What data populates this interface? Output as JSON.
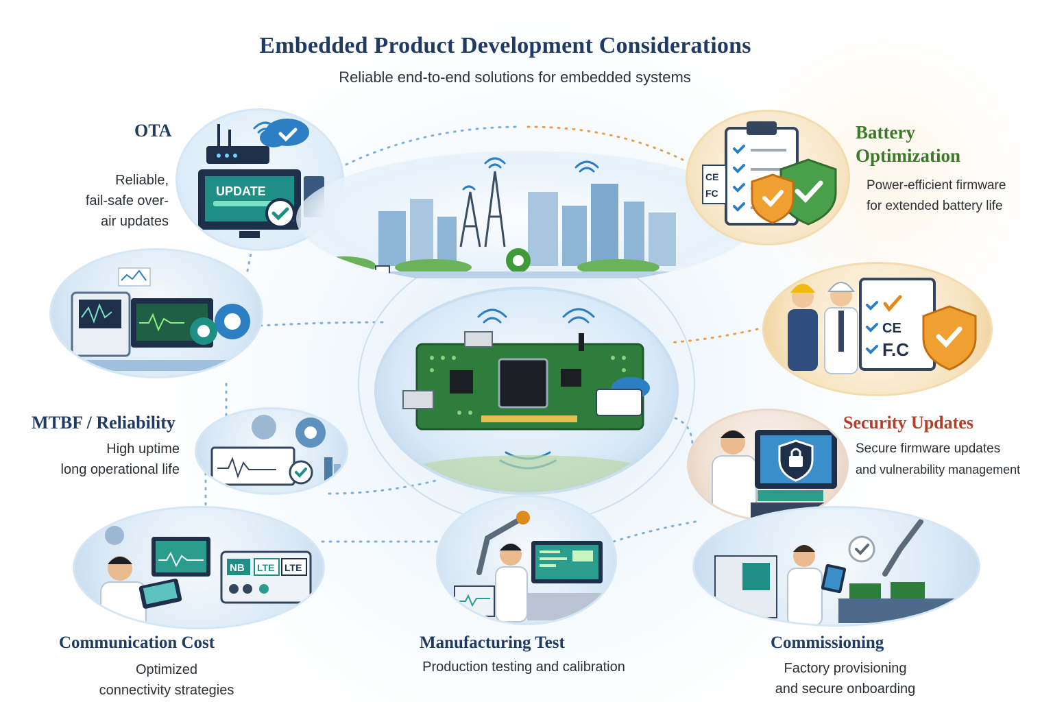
{
  "header": {
    "title": "Embedded Product Development Considerations",
    "subtitle": "Reliable end-to-end solutions for embedded systems"
  },
  "ota": {
    "title": "OTA",
    "lines": [
      "Reliable,",
      "fail-safe over-",
      "air updates"
    ],
    "screen_text": "UPDATE"
  },
  "battery": {
    "title_lines": [
      "Battery",
      "Optimization"
    ],
    "lines": [
      "Power-efficient firmware",
      "for extended battery life"
    ],
    "marks": [
      "CE",
      "FC"
    ]
  },
  "mtbf": {
    "title": "MTBF / Reliability",
    "lines": [
      "High uptime",
      "long operational life"
    ]
  },
  "compliance": {
    "board_text_1": "CE",
    "board_text_2": "F.C"
  },
  "security": {
    "title": "Security Updates",
    "lines": [
      "Secure firmware updates",
      "and vulnerability management"
    ]
  },
  "comm": {
    "title": "Communication Cost",
    "lines": [
      "Optimized",
      "connectivity strategies"
    ],
    "badges": [
      "NB",
      "LTE",
      "LTE"
    ]
  },
  "mfg": {
    "title": "Manufacturing Test",
    "lines": [
      "Production testing and calibration"
    ]
  },
  "commissioning": {
    "title": "Commissioning",
    "lines": [
      "Factory provisioning",
      "and secure onboarding"
    ]
  },
  "colors": {
    "title": "#1f3b63",
    "battery_title": "#3b7a28",
    "security_title": "#b0402a",
    "pcb_green": "#2f7d3c",
    "accent_blue": "#2d7fc4",
    "accent_orange": "#e08a1e"
  },
  "icons": [
    "router-icon",
    "cloud-icon",
    "wifi-icon",
    "checkmark-icon",
    "gear-icon",
    "shield-icon",
    "lock-icon",
    "clipboard-icon",
    "cell-tower-icon",
    "pcb-icon",
    "engineer-icon",
    "robot-arm-icon",
    "tablet-icon",
    "monitor-icon"
  ]
}
